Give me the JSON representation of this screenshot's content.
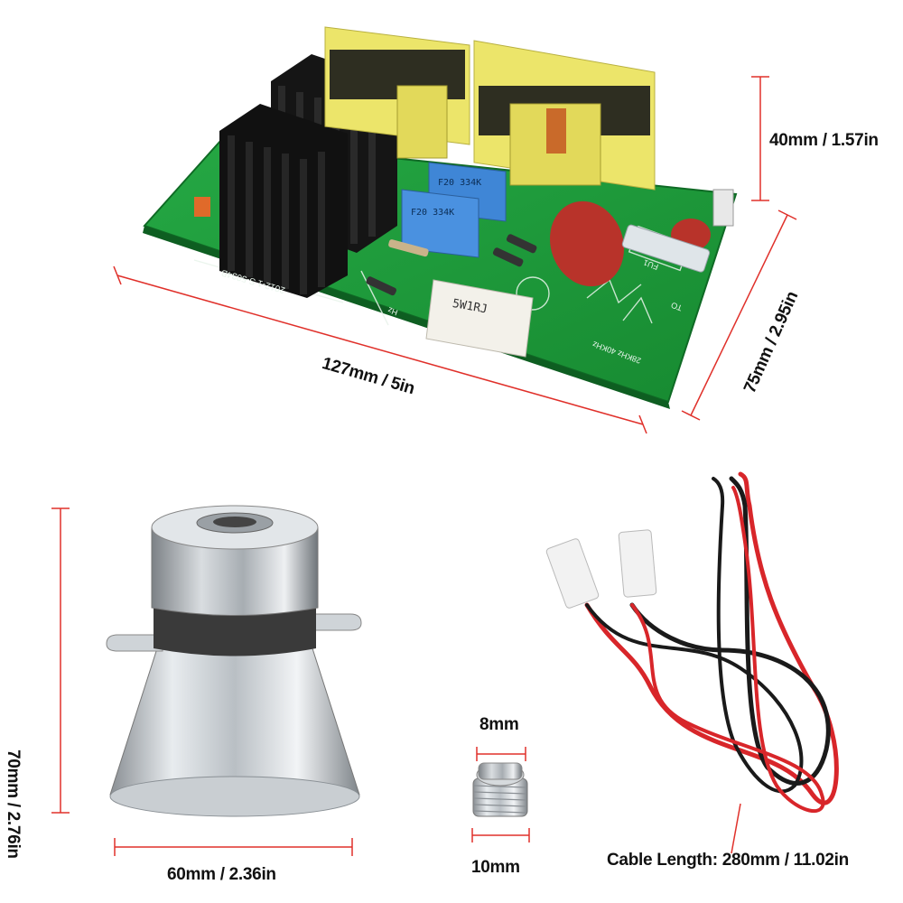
{
  "dimensions": {
    "board_height": "40mm / 1.57in",
    "board_length": "127mm / 5in",
    "board_width": "75mm / 2.95in",
    "transducer_height": "70mm / 2.76in",
    "transducer_diameter": "60mm / 2.36in",
    "screw_top": "8mm",
    "screw_bottom": "10mm",
    "cable_length": "Cable Length: 280mm / 11.02in"
  },
  "pcb_markings": {
    "capacitor_1": "F20 334K",
    "capacitor_2": "F20 334K",
    "resistor": "5W1RJ",
    "board_code": "2012-1   S-5034B",
    "freq_label": "28KHz  40KHz",
    "fuse_label": "FU1",
    "to_label": "TO",
    "hz_label": "Hz"
  },
  "colors": {
    "pcb": "#1f9a3a",
    "heatsink": "#1b1b1b",
    "transformer": "#e8e86a",
    "dimension_line": "#e0302a",
    "wire_red": "#d8262a",
    "wire_black": "#1a1a1a"
  }
}
